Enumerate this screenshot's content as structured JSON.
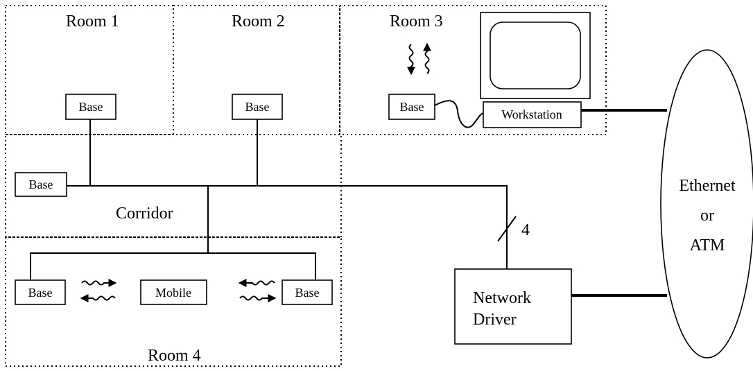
{
  "rooms": {
    "room1": "Room 1",
    "room2": "Room 2",
    "room3": "Room 3",
    "room4": "Room 4",
    "corridor": "Corridor"
  },
  "nodes": {
    "base": "Base",
    "mobile": "Mobile",
    "workstation": "Workstation",
    "network_driver_line1": "Network",
    "network_driver_line2": "Driver"
  },
  "link_count": "4",
  "backbone": {
    "line1": "Ethernet",
    "line2": "or",
    "line3": "ATM"
  }
}
